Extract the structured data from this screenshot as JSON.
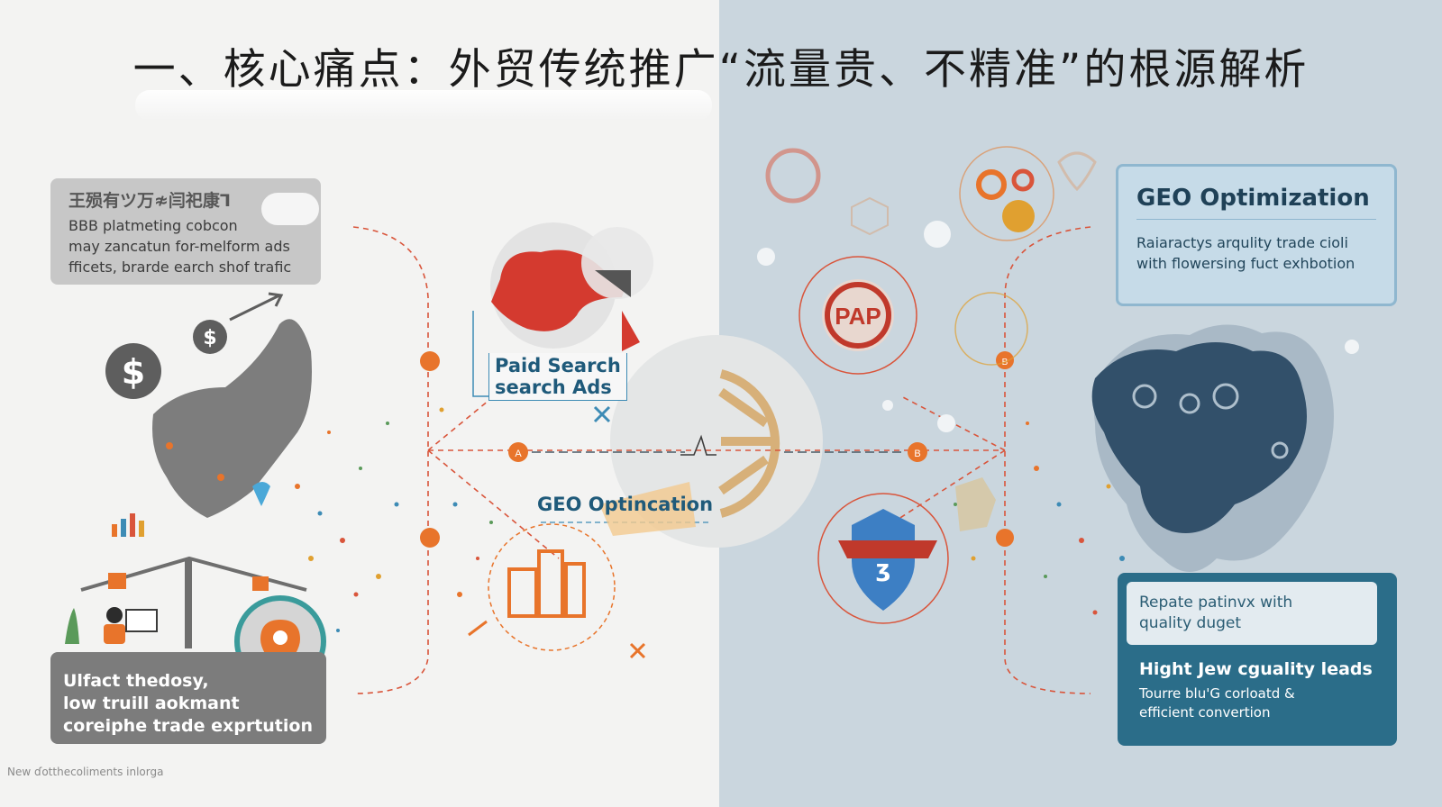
{
  "title": "一、核心痛点：外贸传统推广“流量贵、不精准”的根源解析",
  "left_top_card": {
    "heading": "王殒有ツ万≉闫祀康Ꞁ",
    "lines": [
      "BBB platmeting cobcon",
      "may zancatun for-melform ads",
      "fficets, brarde earch shof trafic"
    ]
  },
  "paid_search_label": [
    "Paid Search",
    "search Ads"
  ],
  "geo_mid_label": "GEO Optincation",
  "left_bottom_card": {
    "lines": [
      "Ulfact thedosy,",
      "low truill aokmant",
      "coreiphe trade exprtution"
    ]
  },
  "geo_card": {
    "heading": "GEO Optimization",
    "lines": [
      "Raiaractys arqulity trade cioli",
      "with flowersing fuct exhbotion"
    ]
  },
  "right_bottom_card": {
    "top_lines": [
      "Repate patinvx with",
      "quality duget"
    ],
    "heading": "Hight Jew cguality leads",
    "lines": [
      "Tourre blu'G corloatd &",
      "efficient convertion"
    ]
  },
  "dollar_signs": [
    "$",
    "$"
  ],
  "node_letters": [
    "A",
    "B",
    "B"
  ],
  "badge_text": "PAP",
  "footnote": "New ɗotthecoliments inlorga",
  "colors": {
    "accent_orange": "#e8742b",
    "dashed_red": "#d9553b",
    "deep_blue": "#2b6d89",
    "geo_border": "#8fb7cf",
    "grey_card": "#c7c7c7"
  },
  "icons": [
    "dollar-icon",
    "map-icon",
    "cloud-icon",
    "megaphone-icon",
    "worker-icon",
    "location-pin-icon",
    "factory-icon",
    "gear-icon",
    "badge-icon",
    "shield-icon",
    "world-map-icon"
  ]
}
